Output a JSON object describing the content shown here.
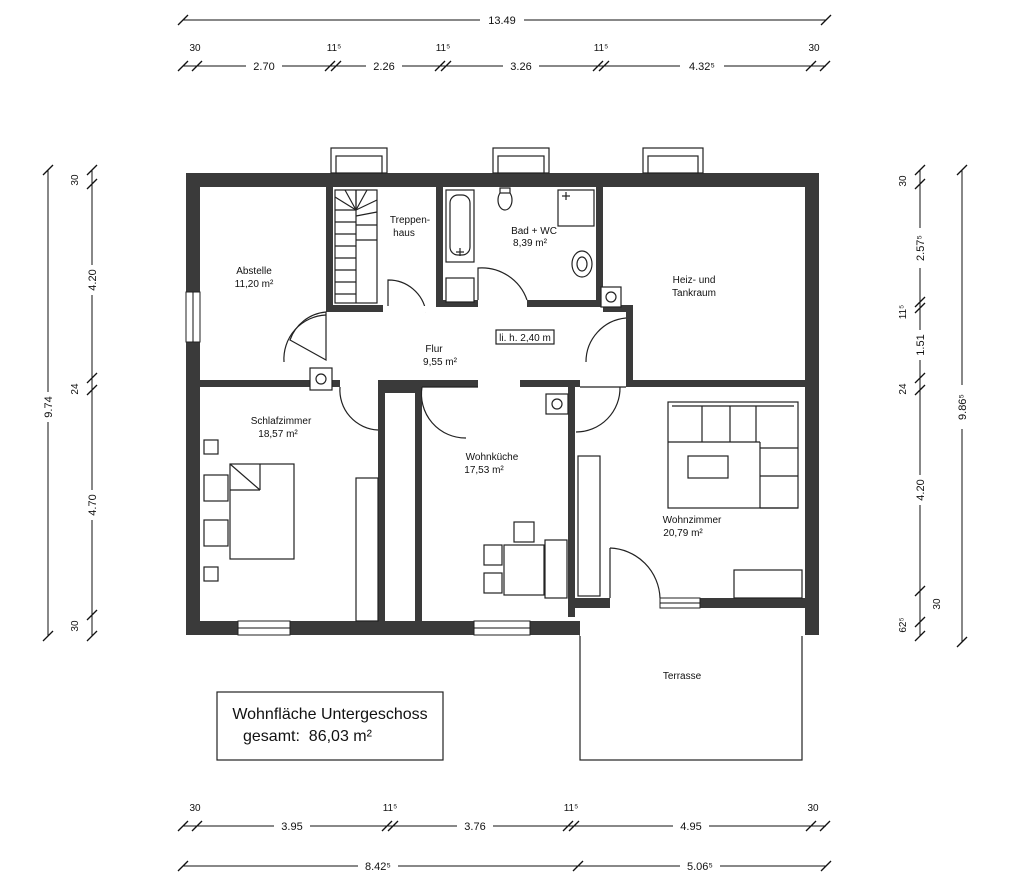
{
  "dimensions": {
    "top_total": "13.49",
    "top_small": [
      "30",
      "11⁵",
      "11⁵",
      "11⁵",
      "30"
    ],
    "top_segments": [
      "2.70",
      "2.26",
      "3.26",
      "4.32⁵"
    ],
    "bottom_small": [
      "30",
      "11⁵",
      "11⁵",
      "30"
    ],
    "bottom_segments": [
      "3.95",
      "3.76",
      "4.95"
    ],
    "bottom_total": [
      "8.42⁵",
      "5.06⁵"
    ],
    "left_total": "9.74",
    "left_segments": [
      "30",
      "4.20",
      "24",
      "4.70",
      "30"
    ],
    "right_total": "9.86⁵",
    "right_segments": [
      "30",
      "2.57⁵",
      "11⁵",
      "1.51",
      "24",
      "4.20",
      "62⁵",
      "30"
    ]
  },
  "rooms": [
    {
      "id": "abstelle",
      "name": "Abstelle",
      "area": "11,20 m²"
    },
    {
      "id": "treppenhaus",
      "name": "Treppen-",
      "name2": "haus"
    },
    {
      "id": "bad",
      "name": "Bad + WC",
      "area": "8,39 m²"
    },
    {
      "id": "heiz",
      "name": "Heiz- und",
      "name2": "Tankraum"
    },
    {
      "id": "flur",
      "name": "Flur",
      "area": "9,55 m²"
    },
    {
      "id": "schlafzimmer",
      "name": "Schlafzimmer",
      "area": "18,57 m²"
    },
    {
      "id": "wohnkueche",
      "name": "Wohnküche",
      "area": "17,53 m²"
    },
    {
      "id": "wohnzimmer",
      "name": "Wohnzimmer",
      "area": "20,79 m²"
    },
    {
      "id": "terrasse",
      "name": "Terrasse"
    }
  ],
  "ceiling_height": "li. h. 2,40 m",
  "summary": {
    "line1": "Wohnfläche Untergeschoss",
    "line2": "gesamt:  86,03 m²"
  }
}
